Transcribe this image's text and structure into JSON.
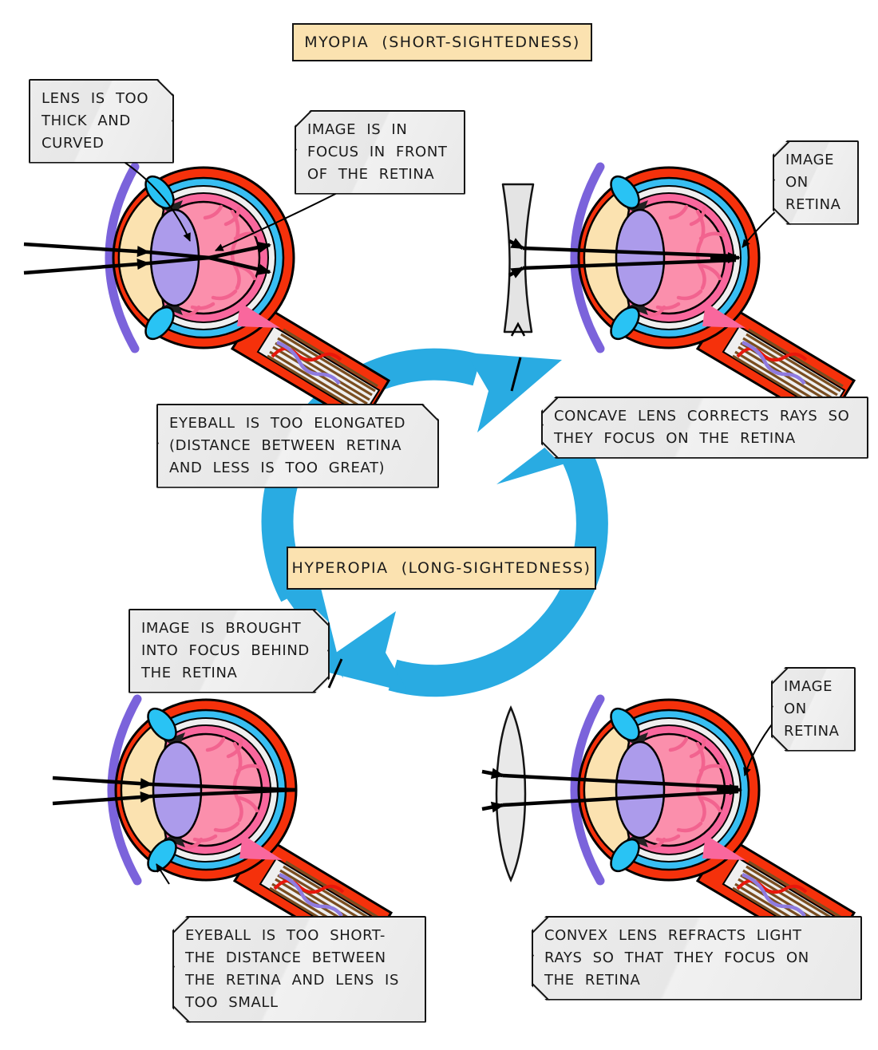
{
  "titles": {
    "myopia": "MYOPIA (SHORT-SIGHTEDNESS)",
    "hyperopia": "HYPEROPIA (LONG-SIGHTEDNESS)"
  },
  "labels": {
    "lens_thick": "LENS IS TOO THICK AND CURVED",
    "image_front": "IMAGE IS IN FOCUS IN FRONT OF THE RETINA",
    "image_on_retina_top": "IMAGE ON RETINA",
    "eyeball_elongated": "EYEBALL IS TOO ELONGATED (DISTANCE BETWEEN RETINA AND LESS IS TOO GREAT)",
    "concave_lens": "CONCAVE LENS CORRECTS RAYS SO THEY FOCUS ON THE RETINA",
    "image_behind": "IMAGE IS BROUGHT INTO FOCUS BEHIND THE RETINA",
    "image_on_retina_bottom": "IMAGE ON RETINA",
    "eyeball_short": "EYEBALL IS TOO SHORT- THE DISTANCE BETWEEN THE RETINA AND LENS IS TOO SMALL",
    "convex_lens": "CONVEX LENS REFRACTS LIGHT RAYS SO THAT THEY FOCUS ON THE RETINA"
  },
  "colors": {
    "accent_blue": "#29ABE2",
    "title_bg": "#FBE2B0",
    "tag_bg": "#E9E9E9",
    "tag_border": "#141414",
    "sclera_red": "#F5310B",
    "ring_cyan": "#38BEF2",
    "choroid_pink": "#F9679D",
    "vitreous_pink": "#FB8FAC",
    "vessel_pink": "#F2638F",
    "lens_purple": "#AC9BEB",
    "cornea_purple": "#7B63DB",
    "aqueous_cream": "#FBE2B0",
    "ciliary_cyan": "#29C3F4",
    "nerve_brown": "#7A4E21",
    "ray_black": "#000000"
  }
}
